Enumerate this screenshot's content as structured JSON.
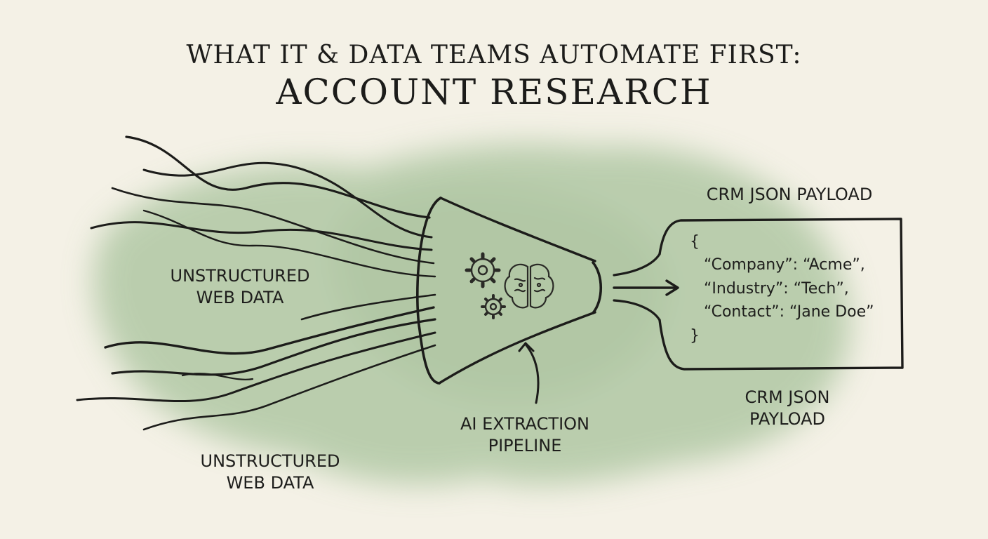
{
  "title": {
    "line1": "WHAT IT & DATA TEAMS AUTOMATE FIRST:",
    "line2": "ACCOUNT RESEARCH"
  },
  "labels": {
    "unstructured_1": [
      "UNSTRUCTURED",
      "WEB DATA"
    ],
    "unstructured_2": [
      "UNSTRUCTURED",
      "WEB DATA"
    ],
    "pipeline": [
      "AI EXTRACTION",
      "PIPELINE"
    ],
    "crm_top": "CRM JSON PAYLOAD",
    "crm_bottom": [
      "CRM JSON",
      "PAYLOAD"
    ]
  },
  "json_payload": {
    "open_brace": "{",
    "line_company": "“Company”: “Acme”,",
    "line_industry": "“Industry”: “Tech”,",
    "line_contact": "“Contact”: “Jane Doe”",
    "close_brace": "}"
  },
  "icons": [
    "gears-icon",
    "brain-icon"
  ],
  "colors": {
    "background": "#f4f1e6",
    "wash": "#9fbb93",
    "ink": "#1e1e1c"
  }
}
